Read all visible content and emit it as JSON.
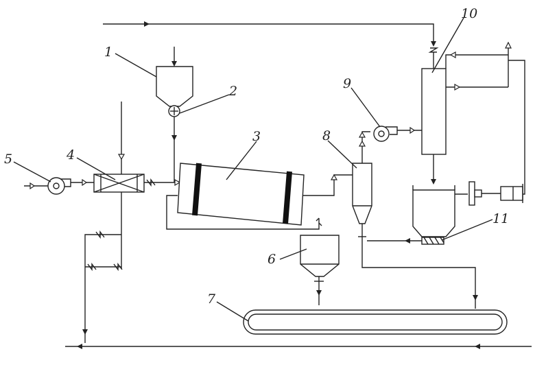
{
  "labels": {
    "l1": "1",
    "l2": "2",
    "l3": "3",
    "l4": "4",
    "l5": "5",
    "l6": "6",
    "l7": "7",
    "l8": "8",
    "l9": "9",
    "l10": "10",
    "l11": "11"
  },
  "colors": {
    "line": "#222222",
    "background": "#ffffff"
  }
}
